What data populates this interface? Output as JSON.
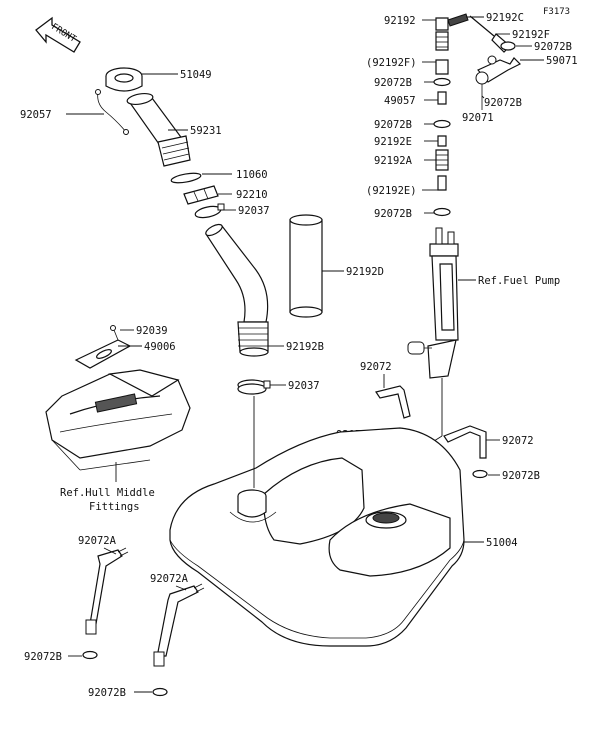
{
  "figure_code": "F3173",
  "front_marker": "FRONT",
  "labels": {
    "p51049": "51049",
    "p92057": "92057",
    "p59231": "59231",
    "p11060": "11060",
    "p92210": "92210",
    "p92037a": "92037",
    "p92192d": "92192D",
    "p92039": "92039",
    "p49006": "49006",
    "p92192b": "92192B",
    "p92037b": "92037",
    "ref_hull_1": "Ref.Hull Middle",
    "ref_hull_2": "Fittings",
    "p92192": "92192",
    "p92192c": "92192C",
    "p92192f": "92192F",
    "p92072b_top": "92072B",
    "p92192f_paren": "(92192F)",
    "p59071": "59071",
    "p92072b_1": "92072B",
    "p92072b_2": "92072B",
    "p49057": "49057",
    "p92072b_3": "92072B",
    "p92071": "92071",
    "p92192e": "92192E",
    "p92192a": "92192A",
    "p92192e_paren": "(92192E)",
    "p92072b_4": "92072B",
    "ref_fuel_pump": "Ref.Fuel Pump",
    "p92072_a": "92072",
    "p92072b_5": "92072B",
    "p92072_b": "92072",
    "p92072b_6": "92072B",
    "p51004": "51004",
    "p92072a_1": "92072A",
    "p92072a_2": "92072A",
    "p92072b_7": "92072B",
    "p92072b_8": "92072B"
  }
}
